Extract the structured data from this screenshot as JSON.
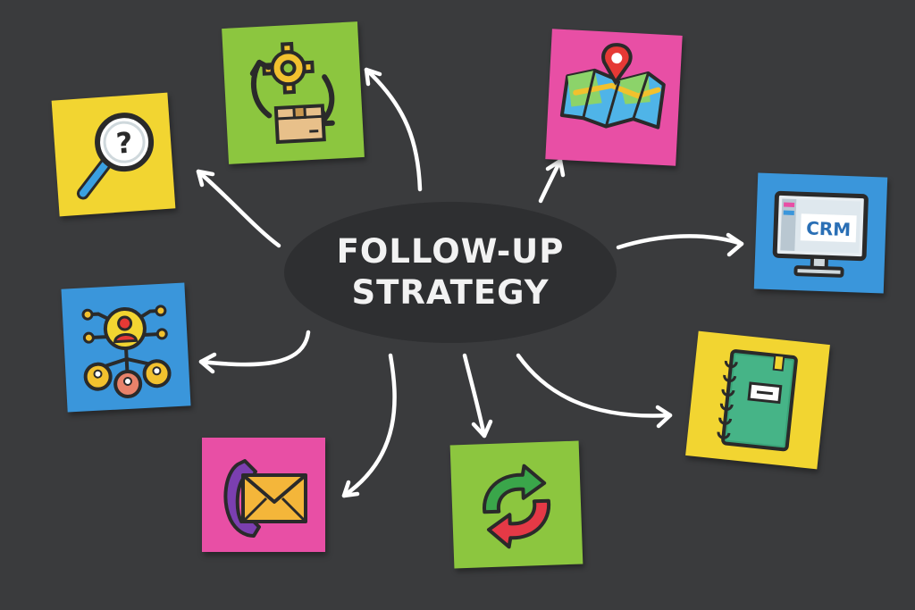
{
  "center": {
    "line1": "FOLLOW-UP",
    "line2": "STRATEGY"
  },
  "colors": {
    "background": "#3a3b3d",
    "ellipse": "#2e2f31",
    "yellow": "#f2d531",
    "green": "#8cc63f",
    "pink": "#e84fa5",
    "blue": "#3a96db"
  },
  "cards": [
    {
      "id": "search",
      "icon": "magnifier-question-icon",
      "color": "yellow"
    },
    {
      "id": "logistics",
      "icon": "gear-box-cycle-icon",
      "color": "green"
    },
    {
      "id": "map",
      "icon": "map-pin-icon",
      "color": "pink"
    },
    {
      "id": "crm",
      "icon": "crm-monitor-icon",
      "color": "blue",
      "label": "CRM"
    },
    {
      "id": "network",
      "icon": "people-network-icon",
      "color": "blue"
    },
    {
      "id": "contact",
      "icon": "phone-envelope-icon",
      "color": "pink"
    },
    {
      "id": "refresh",
      "icon": "refresh-arrows-icon",
      "color": "green"
    },
    {
      "id": "notebook",
      "icon": "notebook-icon",
      "color": "yellow"
    }
  ]
}
